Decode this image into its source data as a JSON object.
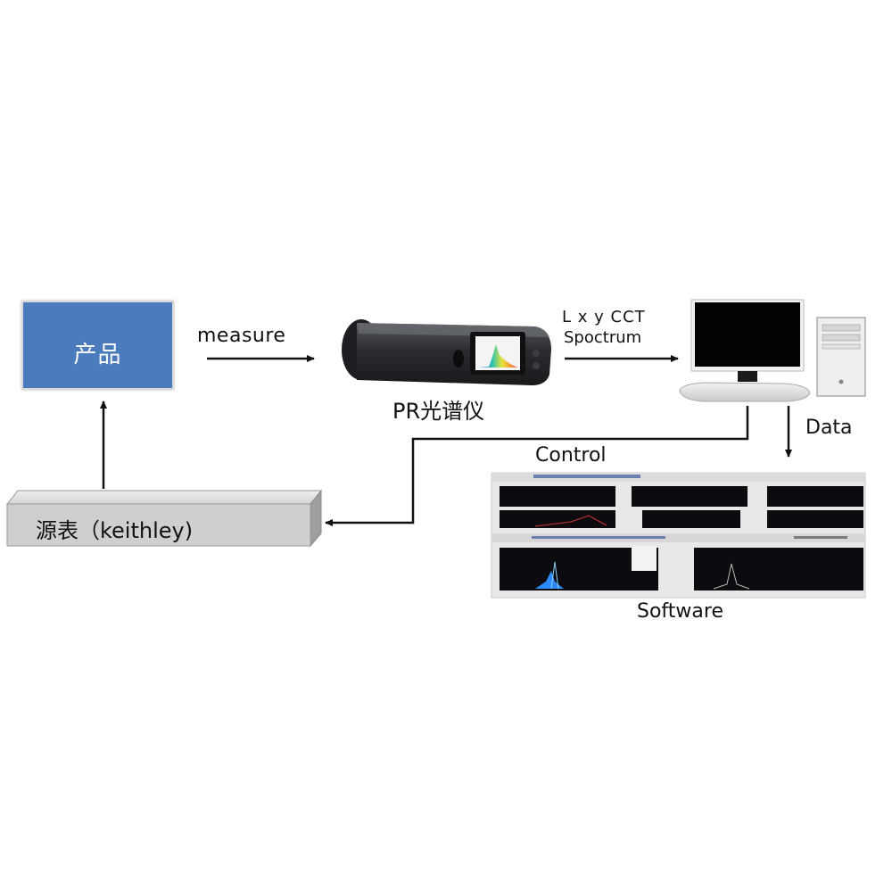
{
  "product": {
    "label": "产品"
  },
  "arrows": {
    "measure_label": "measure"
  },
  "spectrometer": {
    "label": "PR光谱仪"
  },
  "data_out": {
    "line1": "L x y CCT",
    "line2": "Spoctrum"
  },
  "computer": {
    "data_label": "Data",
    "control_label": "Control"
  },
  "source_meter": {
    "label": "源表（keithley)"
  },
  "software": {
    "label": "Software"
  },
  "colors": {
    "product_fill": "#4a7bbd",
    "spectrometer_body": "#2e2f33",
    "arrow": "#111111",
    "source_meter_fill": "#cfcfcf",
    "software_panel": "#0c0c10",
    "software_frame": "#e7e7e7"
  },
  "icons": [
    "spectrometer-device",
    "monitor-icon",
    "keyboard-icon",
    "tower-pc-icon",
    "software-screenshot"
  ]
}
